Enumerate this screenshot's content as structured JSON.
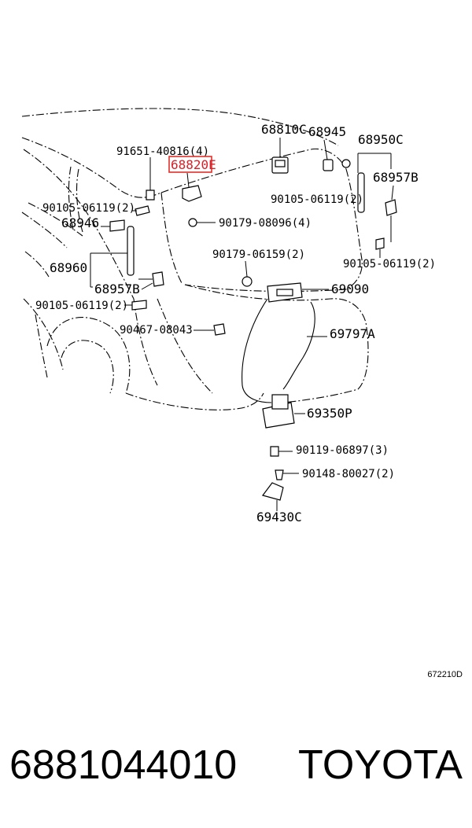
{
  "diagram": {
    "highlight_color": "#e0302a",
    "labels": [
      {
        "id": "l1",
        "text": "68810C"
      },
      {
        "id": "l2",
        "text": "68945"
      },
      {
        "id": "l3",
        "text": "68950C"
      },
      {
        "id": "l4",
        "text": "91651-40816(4)"
      },
      {
        "id": "l5",
        "text": "68820E"
      },
      {
        "id": "l6",
        "text": "68957B"
      },
      {
        "id": "l7",
        "text": "90105-06119(2)"
      },
      {
        "id": "l8",
        "text": "90105-06119(2)"
      },
      {
        "id": "l9",
        "text": "68946"
      },
      {
        "id": "l10",
        "text": "90179-08096(4)"
      },
      {
        "id": "l11",
        "text": "90179-06159(2)"
      },
      {
        "id": "l12",
        "text": "90105-06119(2)"
      },
      {
        "id": "l13",
        "text": "68960"
      },
      {
        "id": "l14",
        "text": "68957B"
      },
      {
        "id": "l15",
        "text": "69090"
      },
      {
        "id": "l16",
        "text": "90105-06119(2)"
      },
      {
        "id": "l17",
        "text": "90467-08043"
      },
      {
        "id": "l18",
        "text": "69797A"
      },
      {
        "id": "l19",
        "text": "69350P"
      },
      {
        "id": "l20",
        "text": "90119-06897(3)"
      },
      {
        "id": "l21",
        "text": "90148-80027(2)"
      },
      {
        "id": "l22",
        "text": "69430C"
      }
    ],
    "figure_code": "672210D"
  },
  "footer": {
    "part_number": "6881044010",
    "brand": "TOYOTA"
  }
}
